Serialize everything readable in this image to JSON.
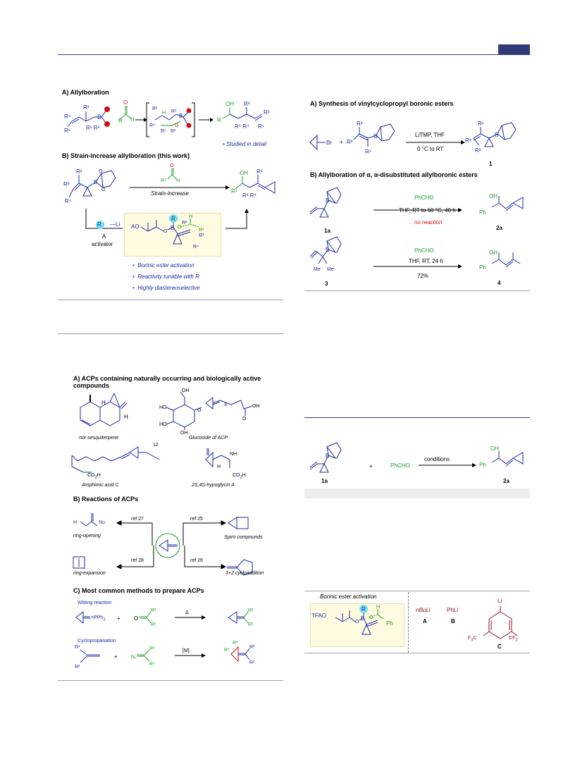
{
  "page": {
    "colors": {
      "bond_blue": "#1f2aa6",
      "green": "#1e9c2a",
      "red": "#d01010",
      "maroon": "#8a1620",
      "header": "#2e3a78",
      "highlight_yellow": "#fffbe0"
    }
  },
  "scheme1": {
    "a_heading": "A) Allylboration",
    "a_note": "Studied in detail",
    "b_heading": "B) Strain-increase allylboration (this work)",
    "b_arrow_label": "Strain-increase",
    "activator_letter": "A",
    "activator_word": "activator",
    "reagent_li": "Li",
    "boron_r": "R",
    "bullets": [
      "Borinic ester activation",
      "Reactivity tunable with R",
      "Highly diastereoselective"
    ],
    "ao_label": "AO"
  },
  "scheme2": {
    "a_heading": "A) Synthesis of vinylcyclopropyl boronic esters",
    "reagents": "LiTMP, THF",
    "conditions": "0 °C to RT",
    "product_num": "1",
    "br": "Br",
    "b_heading": "B) Allylboration of α, α-disubstituted allylboronic esters",
    "row1": {
      "reagent": "PhCHO",
      "cond": "THF, RT to 60 °C, 48 h",
      "result": "no reaction",
      "sm": "1a",
      "pr": "2a"
    },
    "row2": {
      "reagent": "PhCHO",
      "cond": "THF, RT, 24 h",
      "result": "72%",
      "sm": "3",
      "pr": "4"
    },
    "me": "Me"
  },
  "scheme3": {
    "a_heading": "A) ACPs containing naturally occurring and biologically active compounds",
    "labels": [
      "nor-sesquiterpene",
      "Glucoside of ACP",
      "Amphimic acid C",
      "2S,4S-hypoglycin A"
    ],
    "b_heading": "B) Reactions of ACPs",
    "refs": [
      "ref 27",
      "ref 25",
      "ref 28",
      "ref 26"
    ],
    "reactions": [
      "ring-opening",
      "Spiro compounds",
      "ring-expansion",
      "3+2 cycloaddition"
    ],
    "nu": "Nu",
    "h": "H",
    "c_heading": "C) Most common methods to prepare ACPs",
    "methods": [
      "Witting reaction",
      "Cyclopropanation"
    ],
    "delta": "Δ",
    "metal": "[M]",
    "pph3": "PPh",
    "ho": "HO",
    "oh": "OH",
    "co2h": "CO",
    "nh2": "NH",
    "n12": "12",
    "n3": "3"
  },
  "scheme4": {
    "arrow_label": "conditions",
    "reagent": "PhCHO",
    "sm": "1a",
    "pr": "2a",
    "box_title": "Borinic ester activation",
    "tfao": "TFAO",
    "r": "R",
    "ph": "Ph",
    "activators": [
      {
        "name": "nBuLi",
        "letter": "A"
      },
      {
        "name": "PhLi",
        "letter": "B"
      },
      {
        "name": "Li",
        "letter": "C"
      }
    ],
    "cf3": "F",
    "cf3_c": "C",
    "cf3_3": "3"
  }
}
